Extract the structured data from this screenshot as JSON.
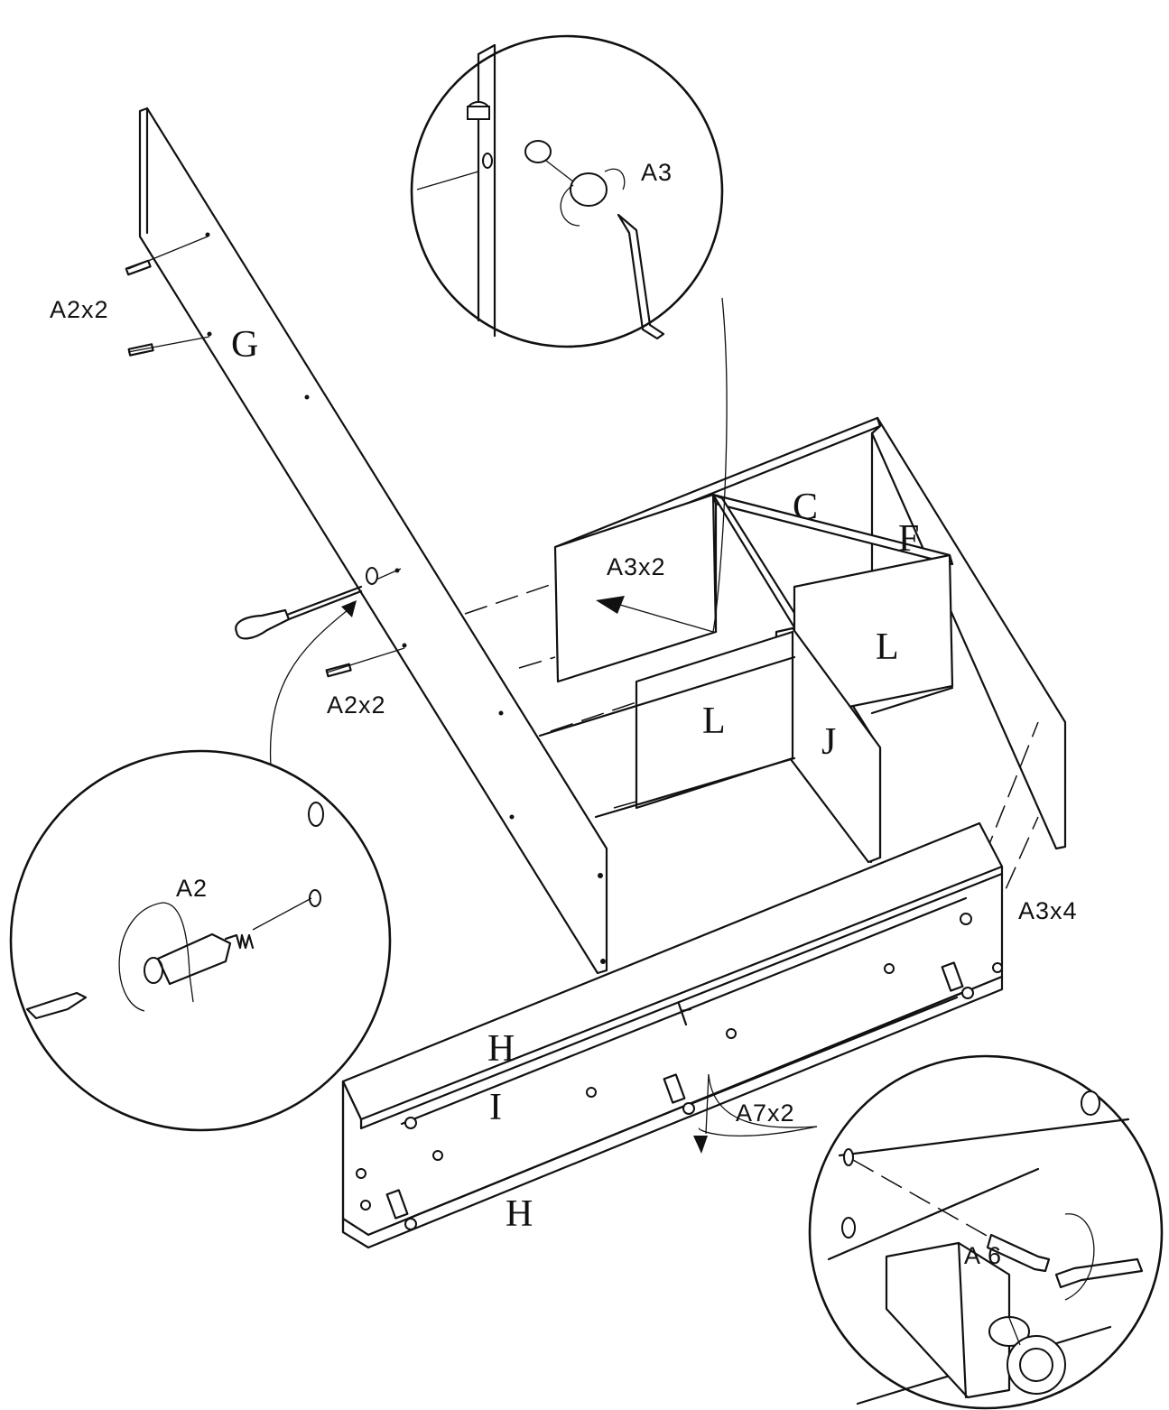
{
  "panels": {
    "G": "G",
    "C": "C",
    "F": "F",
    "L_top": "L",
    "L_mid": "L",
    "J": "J",
    "H_top": "H",
    "I": "I",
    "H_bottom": "H"
  },
  "hardware_callouts": {
    "a2x2_upper": "A2x2",
    "a2x2_lower": "A2x2",
    "a3x2": "A3x2",
    "a3x4": "A3x4",
    "a7x2": "A7x2"
  },
  "detail_labels": {
    "a3": "A3",
    "a2": "A2",
    "a6": "A 6"
  }
}
